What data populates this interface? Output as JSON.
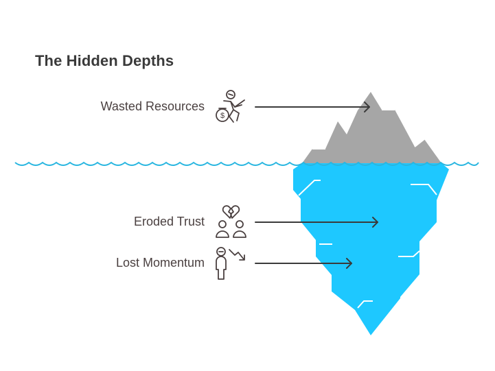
{
  "title": "The Hidden Depths",
  "items": [
    {
      "label": "Wasted Resources",
      "icon": "running-money-icon"
    },
    {
      "label": "Eroded Trust",
      "icon": "broken-heart-people-icon"
    },
    {
      "label": "Lost Momentum",
      "icon": "person-trend-down-icon"
    }
  ],
  "colors": {
    "iceberg_tip": "#a6a6a6",
    "iceberg_body": "#1ec8ff",
    "water_line": "#29b6e0",
    "arrow": "#3a3a3a",
    "icon_stroke": "#4a4040"
  }
}
